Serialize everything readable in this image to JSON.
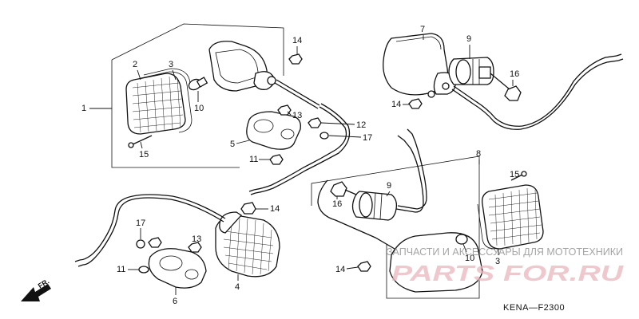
{
  "diagram": {
    "code": "KENA—F2300",
    "front_marker": "FR."
  },
  "callouts": {
    "c1": "1",
    "c2": "2",
    "c3": "3",
    "c4": "4",
    "c5": "5",
    "c6": "6",
    "c7": "7",
    "c8": "8",
    "c9a": "9",
    "c9b": "9",
    "c10a": "10",
    "c10b": "10",
    "c11a": "11",
    "c11b": "11",
    "c12": "12",
    "c13a": "13",
    "c13b": "13",
    "c14a": "14",
    "c14b": "14",
    "c14c": "14",
    "c14d": "14",
    "c15a": "15",
    "c15b": "15",
    "c16a": "16",
    "c16b": "16",
    "c17a": "17",
    "c17b": "17",
    "c3b": "3"
  },
  "watermark": {
    "caption": "ЗАПЧАСТИ И АКСЕССУАРЫ ДЛЯ МОТОТЕХНИКИ",
    "logo": "PARTS FOR.RU"
  }
}
